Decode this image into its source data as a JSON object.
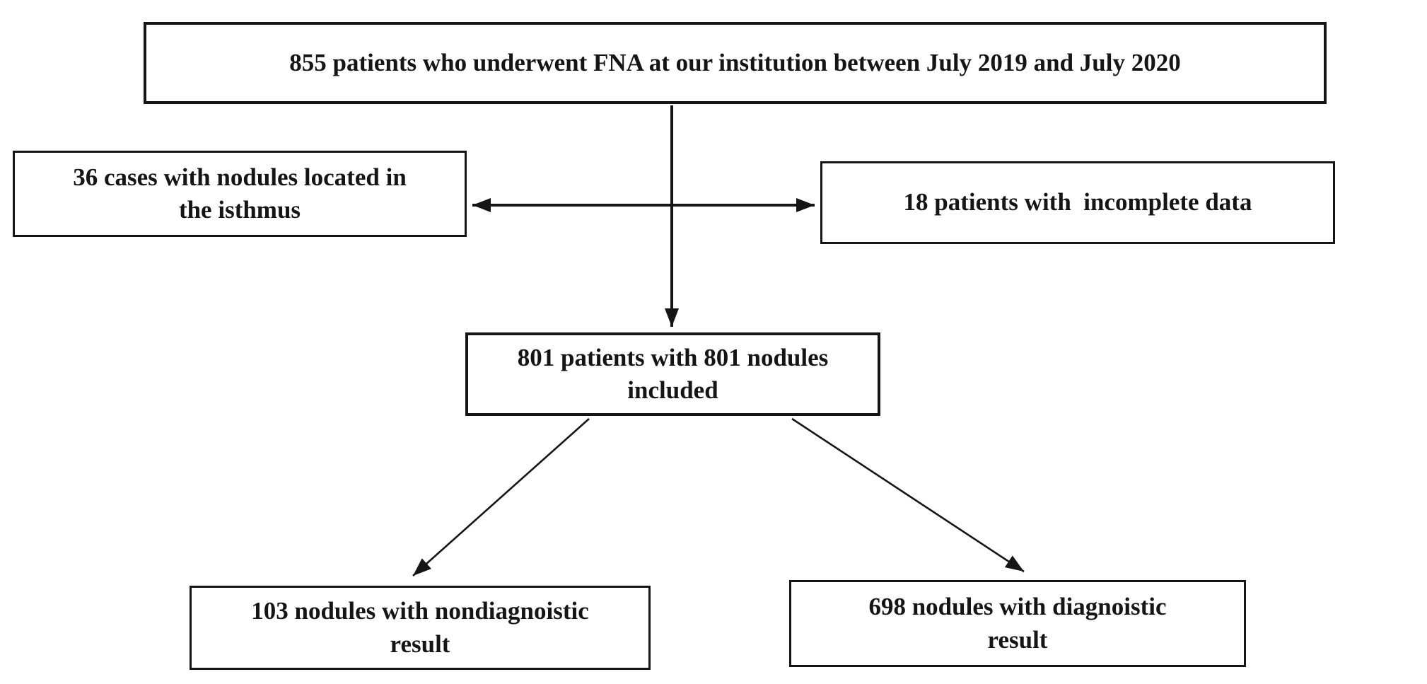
{
  "figure": {
    "type": "flow-diagram",
    "description_visible": false
  },
  "colors": {
    "bg": "#ffffff",
    "line": "#151515",
    "text": "#151515"
  },
  "nodes": {
    "total": {
      "label": "855 patients who underwent FNA at our institution between July 2019 and July 2020",
      "lines": [
        "855 patients who underwent FNA at our institution between July 2019 and July 2020"
      ]
    },
    "isthmus": {
      "label": "36 cases with nodules located in the isthmus",
      "lines": [
        "36 cases with nodules located in",
        "the isthmus"
      ]
    },
    "incomplete": {
      "label": "18 patients with  incomplete data",
      "lines": [
        "18 patients with  incomplete data"
      ]
    },
    "included": {
      "label": "801 patients with 801 nodules included",
      "lines": [
        "801 patients with 801 nodules",
        "included"
      ]
    },
    "nondiagnostic": {
      "label": "103 nodules with nondiagnoistic result",
      "lines": [
        "103 nodules with nondiagnoistic",
        "result"
      ]
    },
    "diagnostic": {
      "label": "698 nodules with diagnoistic result",
      "lines": [
        "698 nodules with diagnoistic",
        "result"
      ]
    }
  },
  "edges": [
    {
      "from": "total",
      "to": "included",
      "style": "vertical-arrow-down"
    },
    {
      "from": "main-flow",
      "to": "isthmus",
      "style": "horizontal-arrow-left"
    },
    {
      "from": "main-flow",
      "to": "incomplete",
      "style": "horizontal-arrow-right"
    },
    {
      "from": "included",
      "to": "nondiagnostic",
      "style": "diagonal-arrow"
    },
    {
      "from": "included",
      "to": "diagnostic",
      "style": "diagonal-arrow"
    }
  ]
}
